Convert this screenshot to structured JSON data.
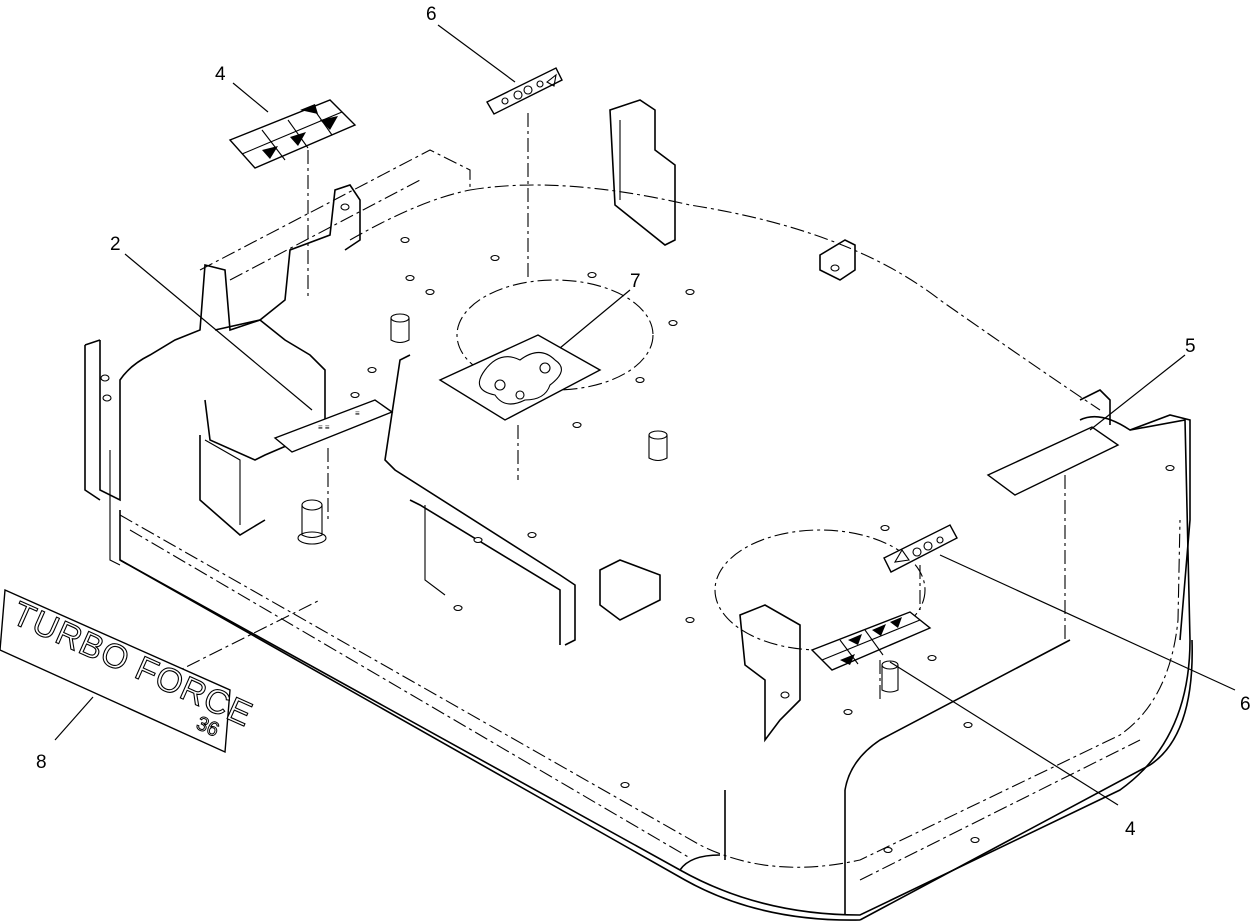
{
  "diagram": {
    "callouts": [
      {
        "id": "decal-safety-top-left",
        "label": "4"
      },
      {
        "id": "decal-warning-top",
        "label": "6"
      },
      {
        "id": "decal-height-adjust",
        "label": "2"
      },
      {
        "id": "decal-belt-routing",
        "label": "7"
      },
      {
        "id": "decal-blank-plate",
        "label": "5"
      },
      {
        "id": "decal-warning-right",
        "label": "6"
      },
      {
        "id": "decal-safety-bottom-right",
        "label": "4"
      },
      {
        "id": "decal-logo-nameplate",
        "label": "8"
      }
    ],
    "logo": {
      "line1": "TURBO FORCE",
      "line2": "36"
    }
  }
}
